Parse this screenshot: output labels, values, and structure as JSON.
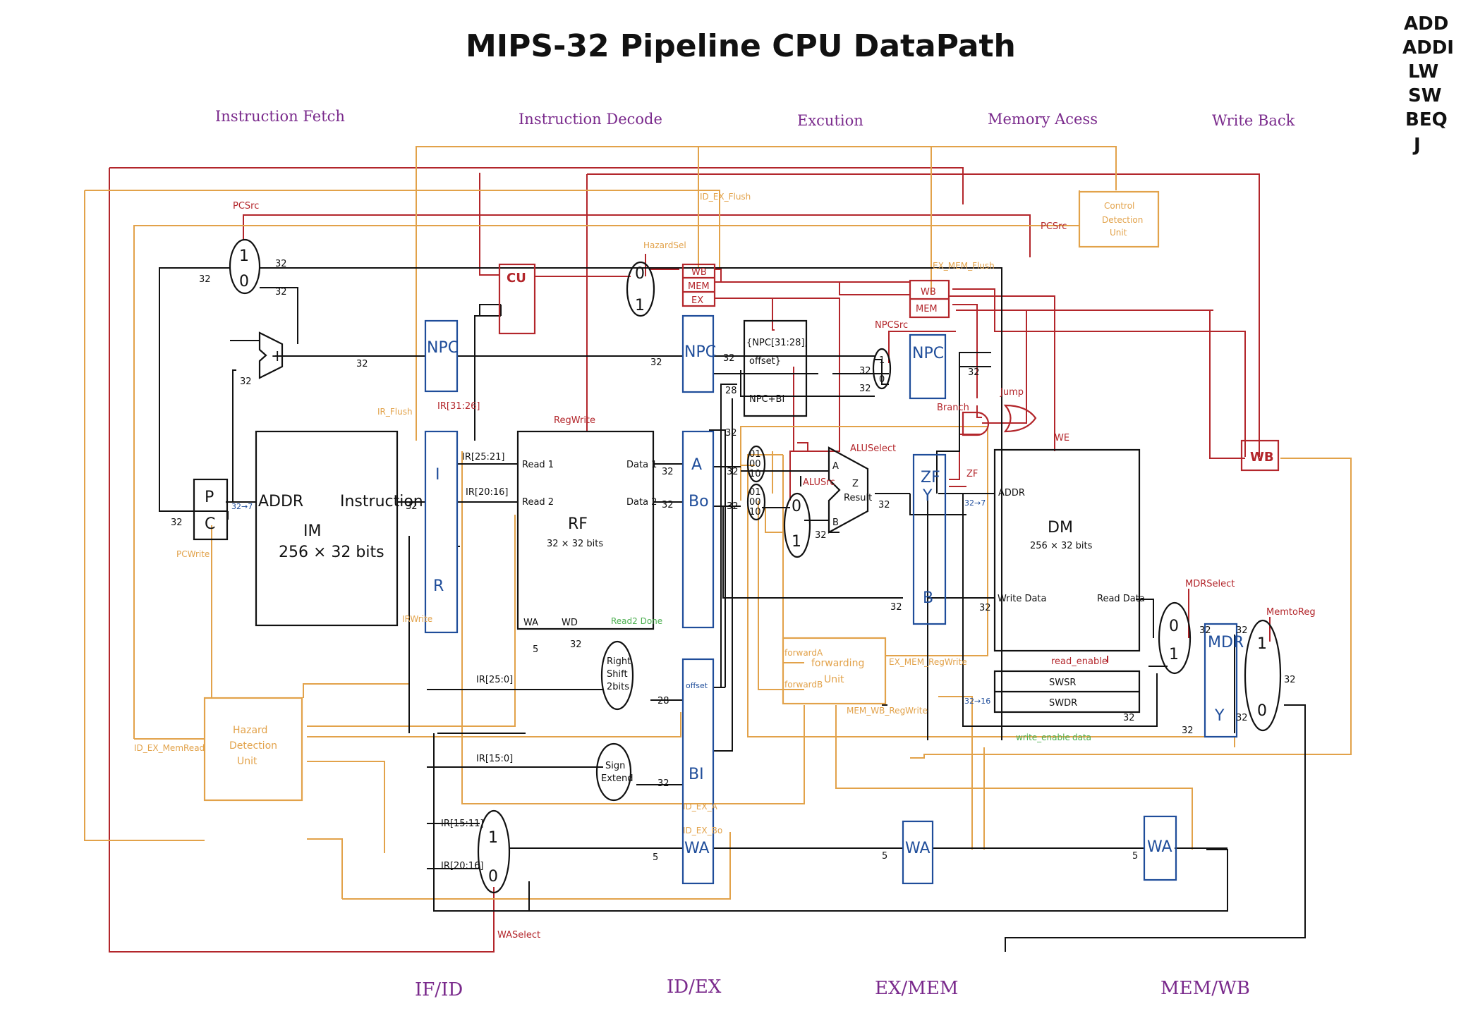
{
  "title": "MIPS-32   Pipeline   CPU   DataPath",
  "instructions": [
    "ADD",
    "ADDI",
    "LW",
    "SW",
    "BEQ",
    "J"
  ],
  "stages": [
    "Instruction Fetch",
    "Instruction Decode",
    "Excution",
    "Memory Acess",
    "Write Back"
  ],
  "pipeline_registers": [
    "IF/ID",
    "ID/EX",
    "EX/MEM",
    "MEM/WB"
  ],
  "blocks": {
    "pc_p": "P",
    "pc_c": "C",
    "im_addr": "ADDR",
    "im_instr": "Instruction",
    "im_name": "IM",
    "im_size": "256 × 32 bits",
    "ir_i": "I",
    "ir_r": "R",
    "rf_read1": "Read 1",
    "rf_read2": "Read 2",
    "rf_name": "RF",
    "rf_size": "32 × 32 bits",
    "rf_data1": "Data 1",
    "rf_data2": "Data 2",
    "rf_wa": "WA",
    "rf_wd": "WD",
    "npc": "NPC",
    "a": "A",
    "bo": "Bo",
    "offset": "offset",
    "bi": "BI",
    "wa": "WA",
    "cu": "CU",
    "wb": "WB",
    "mem": "MEM",
    "ex": "EX",
    "concat_1": "{NPC[31:28],",
    "concat_2": "offset}",
    "npc_bi": "NPC+BI",
    "alu_a": "A",
    "alu_b": "B",
    "alu_result": "Result",
    "alu_z": "Z",
    "zf": "ZF",
    "y": "Y",
    "b": "B",
    "dm_addr": "ADDR",
    "dm_name": "DM",
    "dm_size": "256 × 32 bits",
    "dm_wdata": "Write Data",
    "dm_rdata": "Read Data",
    "swsr": "SWSR",
    "swdr": "SWDR",
    "mdr": "MDR",
    "fwd_1": "forwarding",
    "fwd_2": "Unit",
    "hdu_1": "Hazard",
    "hdu_2": "Detection",
    "hdu_3": "Unit",
    "cdu_1": "Control",
    "cdu_2": "Detection",
    "cdu_3": "Unit",
    "rshift_1": "Right",
    "rshift_2": "Shift",
    "rshift_3": "2bits",
    "sext_1": "Sign",
    "sext_2": "Extend",
    "one": "1",
    "zero": "0"
  },
  "signals": {
    "pcsrc": "PCSrc",
    "pcsrc2": "PCSrc",
    "pcwrite": "PCWrite",
    "ir_flush": "IR_Flush",
    "irwrite": "IRWrite",
    "id_ex_flush": "ID_EX_Flush",
    "hazardsel": "HazardSel",
    "ex_mem_flush": "EX_MEM_Flush",
    "regwrite": "RegWrite",
    "aluselect": "ALUSelect",
    "alusrc": "ALUSrc",
    "npcsrc": "NPCSrc",
    "branch": "Branch",
    "jump": "Jump",
    "we": "WE",
    "zf_out": "ZF",
    "mdrselect": "MDRSelect",
    "memtoreg": "MemtoReg",
    "read_enable": "read_enable",
    "write_enable": "write_enable",
    "data": "data",
    "waselect": "WASelect",
    "id_ex_memread": "ID_EX_MemRead",
    "forwarda": "forwardA",
    "forwardb": "forwardB",
    "ex_mem_regwrite": "EX_MEM_RegWrite",
    "mem_wb_regwrite": "MEM_WB_RegWrite",
    "id_ex_a": "ID_EX_A",
    "id_ex_bo": "ID_EX_Bo",
    "ir_31_26": "IR[31:26]",
    "ir_25_21": "IR[25:21]",
    "ir_20_16": "IR[20:16]",
    "ir_25_0": "IR[25:0]",
    "ir_15_0": "IR[15:0]",
    "ir_15_11": "IR[15:11]",
    "ir_20_16b": "IR[20:16]",
    "reads_done": "Read2 Done",
    "m01": "01",
    "m00": "00",
    "m10": "10"
  },
  "widths": {
    "w32": "32",
    "w5": "5",
    "w28": "28",
    "w16": "16",
    "c32_7": "32→7",
    "c32_16": "32→16"
  },
  "colors": {
    "black": "#111111",
    "blue": "#1f4d9a",
    "red": "#b3262b",
    "orange": "#e2a24a",
    "purple": "#7a2a8c",
    "green": "#4caf50"
  }
}
